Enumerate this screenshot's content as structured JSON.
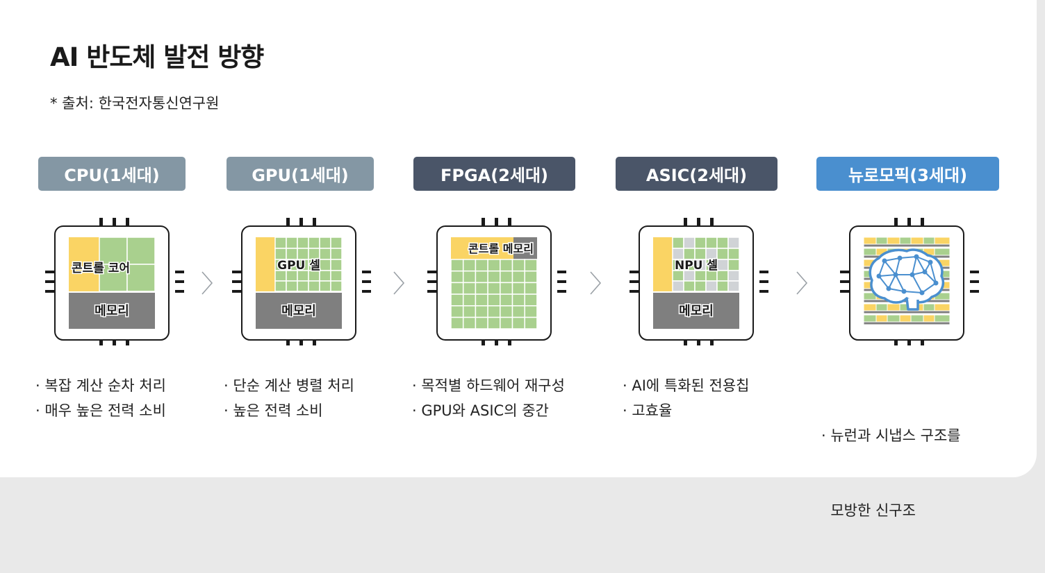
{
  "title": "AI 반도체 발전 방향",
  "source": "* 출처: 한국전자통신연구원",
  "colors": {
    "badge_cpu_gpu": "#8497a4",
    "badge_fpga_asic": "#4a5568",
    "badge_neuro": "#4a8fcf",
    "control": "#fad464",
    "core": "#a9d08e",
    "memory": "#7f7f7f",
    "inactive_cell": "#d0d3d6",
    "brain": "#4a8fcf"
  },
  "generations": [
    {
      "badge": "CPU(1세대)",
      "label_top": "콘트롤 코어",
      "label_bottom": "메모리",
      "desc": [
        "· 복잡 계산 순차 처리",
        "· 매우 높은 전력 소비"
      ]
    },
    {
      "badge": "GPU(1세대)",
      "label_top": "GPU 셀",
      "label_bottom": "메모리",
      "desc": [
        "· 단순 계산 병렬 처리",
        "· 높은 전력 소비"
      ]
    },
    {
      "badge": "FPGA(2세대)",
      "label_top": "콘트롤 메모리",
      "desc": [
        "· 목적별 하드웨어 재구성",
        "· GPU와 ASIC의 중간"
      ]
    },
    {
      "badge": "ASIC(2세대)",
      "label_top": "NPU 셀",
      "label_bottom": "메모리",
      "desc": [
        "· AI에 특화된 전용칩",
        "· 고효율"
      ]
    },
    {
      "badge": "뉴로모픽(3세대)",
      "desc": [
        "· 뉴런과 시냅스 구조를",
        "  모방한 신구조"
      ]
    }
  ]
}
